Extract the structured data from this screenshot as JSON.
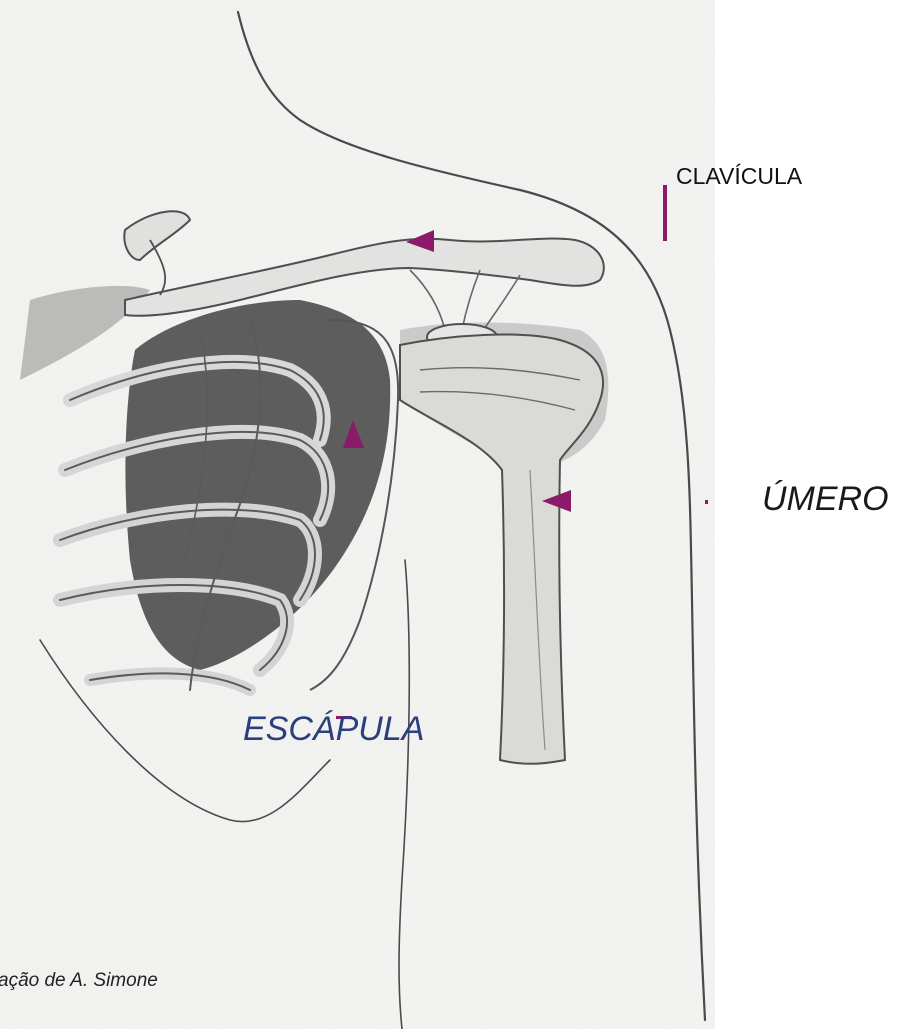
{
  "labels": {
    "clavicula": "CLAVÍCULA",
    "umero": "ÚMERO",
    "escapula": "ESCÁPULA"
  },
  "credit": "ação de A. Simone",
  "colors": {
    "pointer": "#8b1a6b",
    "escapula_label": "#2b3f7e",
    "pencil": "#555555"
  }
}
